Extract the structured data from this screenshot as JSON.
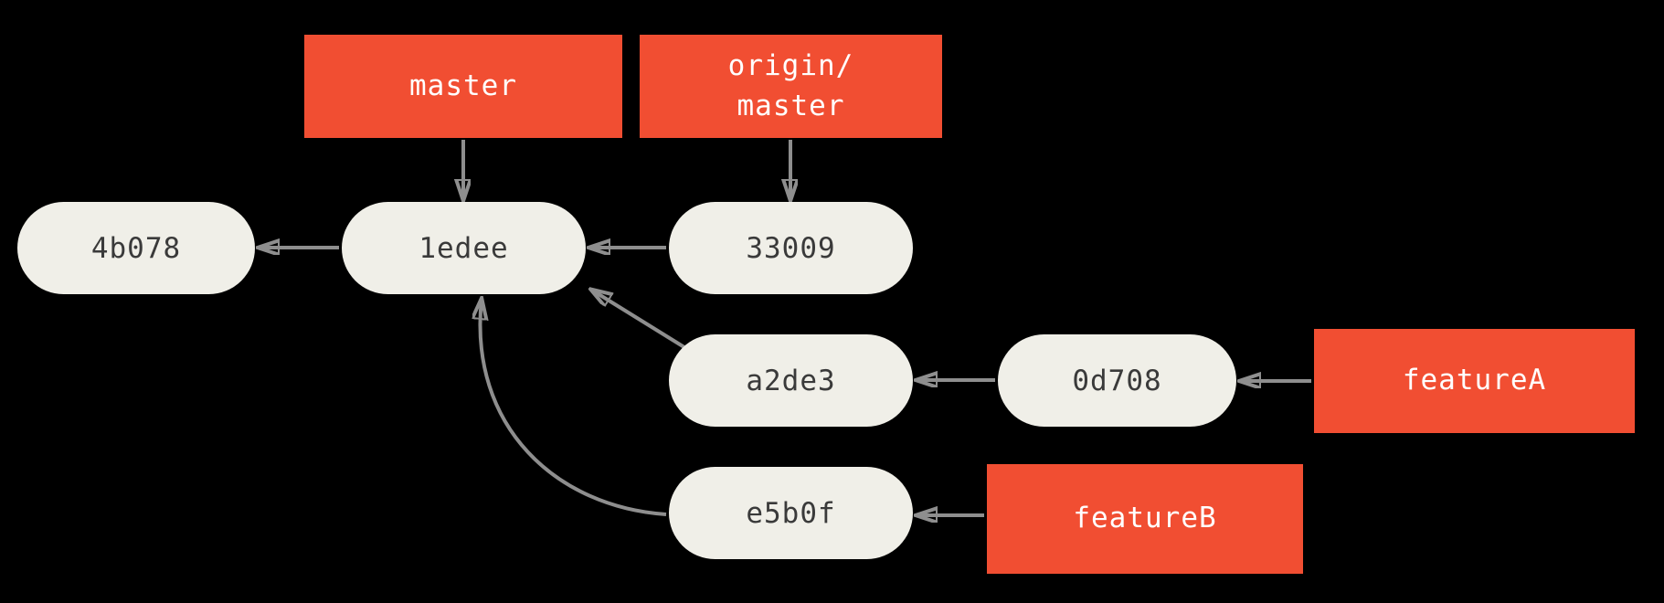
{
  "diagram": {
    "kind": "git-commit-graph",
    "branch_labels": {
      "master": "master",
      "origin_master": "origin/\nmaster",
      "featureA": "featureA",
      "featureB": "featureB"
    },
    "commits": {
      "c4b078": "4b078",
      "c1edee": "1edee",
      "c33009": "33009",
      "ca2de3": "a2de3",
      "c0d708": "0d708",
      "ce5b0f": "e5b0f"
    },
    "edges": [
      {
        "from": "master",
        "to": "1edee",
        "type": "branch-pointer"
      },
      {
        "from": "origin/master",
        "to": "33009",
        "type": "branch-pointer"
      },
      {
        "from": "1edee",
        "to": "4b078",
        "type": "parent"
      },
      {
        "from": "33009",
        "to": "1edee",
        "type": "parent"
      },
      {
        "from": "a2de3",
        "to": "1edee",
        "type": "parent"
      },
      {
        "from": "0d708",
        "to": "a2de3",
        "type": "parent"
      },
      {
        "from": "featureA",
        "to": "0d708",
        "type": "branch-pointer"
      },
      {
        "from": "e5b0f",
        "to": "1edee",
        "type": "parent"
      },
      {
        "from": "featureB",
        "to": "e5b0f",
        "type": "branch-pointer"
      }
    ],
    "colors": {
      "background": "#000000",
      "branch_fill": "#f14e32",
      "branch_text": "#ffffff",
      "commit_fill": "#f0efe8",
      "commit_text": "#3a3a3a",
      "arrow": "#8e8e8e"
    }
  }
}
